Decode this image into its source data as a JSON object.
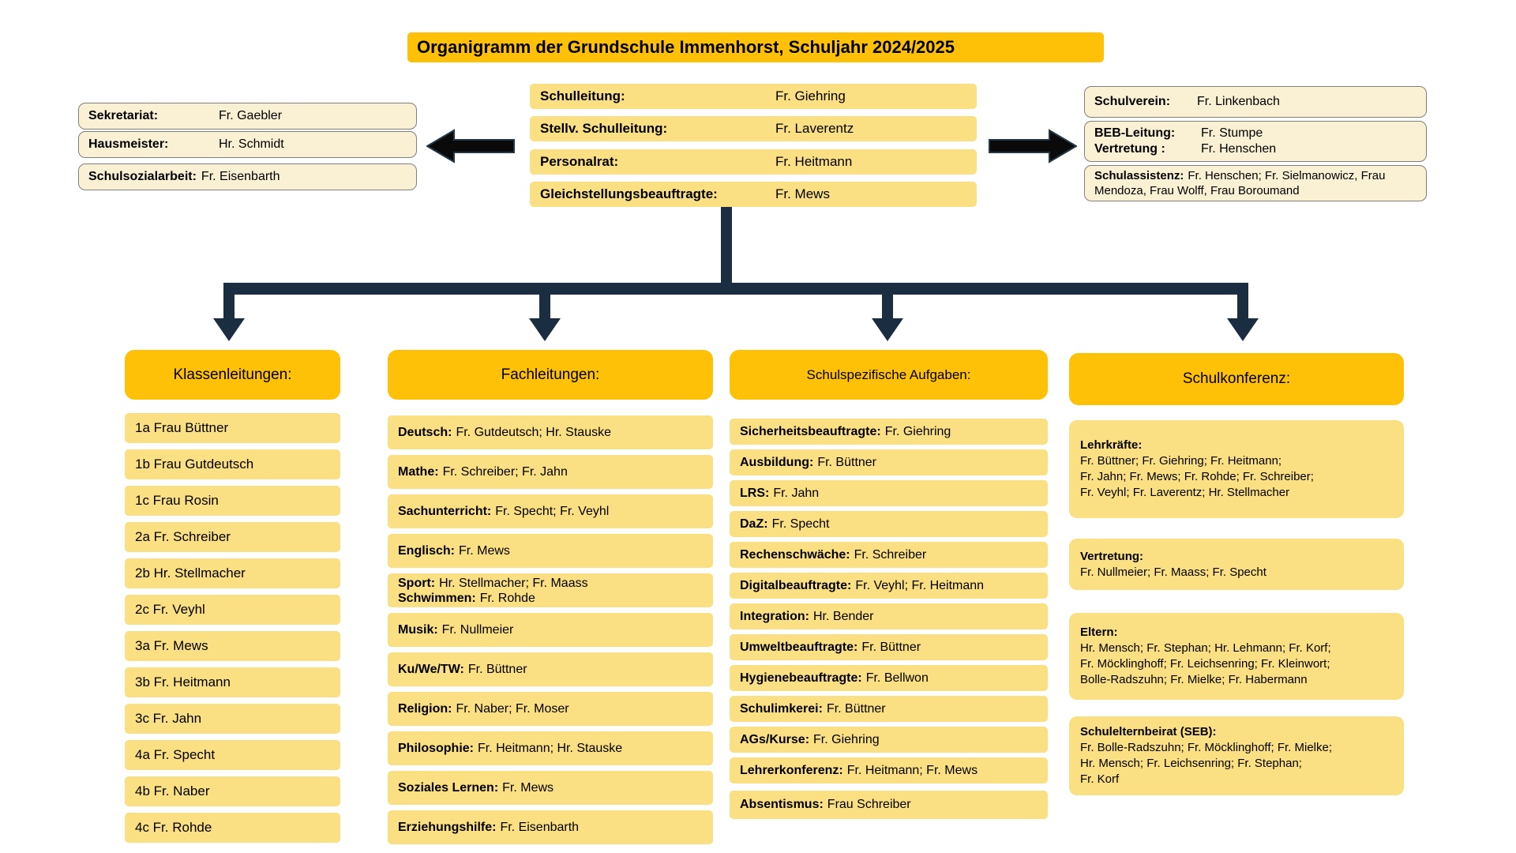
{
  "title": "Organigramm der Grundschule Immenhorst, Schuljahr 2024/2025",
  "colors": {
    "accent": "#FFC107",
    "row_yellow": "#FBDF83",
    "cream": "#FAF0D3",
    "connector": "#1B2E41",
    "arrow": "#0A0A0A"
  },
  "leadership": {
    "rows": [
      {
        "label": "Schulleitung:",
        "value": "Fr. Giehring"
      },
      {
        "label": "Stellv. Schulleitung:",
        "value": "Fr. Laverentz"
      },
      {
        "label": "Personalrat:",
        "value": "Fr. Heitmann"
      },
      {
        "label": "Gleichstellungsbeauftragte:",
        "value": "Fr. Mews"
      }
    ]
  },
  "left_box": {
    "rows": [
      {
        "label": "Sekretariat:",
        "value": "Fr. Gaebler"
      },
      {
        "label": "Hausmeister:",
        "value": "Hr. Schmidt"
      },
      {
        "label": "Schulsozialarbeit:",
        "value": "Fr. Eisenbarth"
      }
    ]
  },
  "right_box": {
    "groups": [
      {
        "rows": [
          {
            "label": "Schulverein:",
            "value": "Fr. Linkenbach"
          }
        ]
      },
      {
        "rows": [
          {
            "label": "BEB-Leitung:",
            "value": "Fr. Stumpe"
          },
          {
            "label": "Vertretung :",
            "value": "Fr. Henschen"
          }
        ]
      },
      {
        "rows": [
          {
            "label": "Schulassistenz:",
            "value": "Fr. Henschen; Fr. Sielmanowicz, Frau Mendoza, Frau Wolff, Frau Boroumand"
          }
        ]
      }
    ]
  },
  "columns": {
    "klassenleitungen": {
      "header": "Klassenleitungen:",
      "items": [
        "1a Frau Büttner",
        "1b Frau Gutdeutsch",
        "1c Frau Rosin",
        "2a Fr. Schreiber",
        "2b Hr. Stellmacher",
        "2c Fr. Veyhl",
        "3a Fr. Mews",
        "3b Fr. Heitmann",
        "3c Fr. Jahn",
        "4a Fr. Specht",
        "4b Fr. Naber",
        "4c Fr. Rohde"
      ]
    },
    "fachleitungen": {
      "header": "Fachleitungen:",
      "items": [
        {
          "lines": [
            {
              "label": "Deutsch:",
              "value": "Fr. Gutdeutsch; Hr. Stauske"
            }
          ]
        },
        {
          "lines": [
            {
              "label": "Mathe:",
              "value": "Fr. Schreiber; Fr. Jahn"
            }
          ]
        },
        {
          "lines": [
            {
              "label": "Sachunterricht:",
              "value": "Fr. Specht; Fr. Veyhl"
            }
          ]
        },
        {
          "lines": [
            {
              "label": "Englisch:",
              "value": "Fr. Mews"
            }
          ]
        },
        {
          "lines": [
            {
              "label": "Sport:",
              "value": "Hr. Stellmacher; Fr. Maass"
            },
            {
              "label": "Schwimmen:",
              "value": "Fr. Rohde"
            }
          ]
        },
        {
          "lines": [
            {
              "label": "Musik:",
              "value": "Fr. Nullmeier"
            }
          ]
        },
        {
          "lines": [
            {
              "label": "Ku/We/TW:",
              "value": "Fr. Büttner"
            }
          ]
        },
        {
          "lines": [
            {
              "label": "Religion:",
              "value": "Fr. Naber; Fr. Moser"
            }
          ]
        },
        {
          "lines": [
            {
              "label": "Philosophie:",
              "value": "Fr. Heitmann; Hr. Stauske"
            }
          ]
        },
        {
          "lines": [
            {
              "label": "Soziales Lernen:",
              "value": "Fr. Mews"
            }
          ]
        },
        {
          "lines": [
            {
              "label": "Erziehungshilfe:",
              "value": "Fr. Eisenbarth"
            }
          ]
        }
      ]
    },
    "aufgaben": {
      "header": "Schulspezifische Aufgaben:",
      "items": [
        {
          "label": "Sicherheitsbeauftragte:",
          "value": "Fr. Giehring"
        },
        {
          "label": "Ausbildung:",
          "value": "Fr. Büttner"
        },
        {
          "label": "LRS:",
          "value": "Fr. Jahn"
        },
        {
          "label": "DaZ:",
          "value": "Fr. Specht"
        },
        {
          "label": "Rechenschwäche:",
          "value": "Fr. Schreiber"
        },
        {
          "label": "Digitalbeauftragte:",
          "value": "Fr. Veyhl; Fr. Heitmann"
        },
        {
          "label": "Integration:",
          "value": "Hr. Bender"
        },
        {
          "label": "Umweltbeauftragte:",
          "value": "Fr. Büttner"
        },
        {
          "label": "Hygienebeauftragte:",
          "value": "Fr. Bellwon"
        },
        {
          "label": "Schulimkerei:",
          "value": "Fr. Büttner"
        },
        {
          "label": "AGs/Kurse:",
          "value": "Fr. Giehring"
        },
        {
          "label": "Lehrerkonferenz:",
          "value": "Fr. Heitmann; Fr. Mews"
        },
        {
          "label": "Absentismus:",
          "value": "Frau Schreiber"
        }
      ]
    },
    "schulkonferenz": {
      "header": "Schulkonferenz:",
      "blocks": [
        {
          "label": "Lehrkräfte:",
          "lines": [
            "Fr. Büttner; Fr. Giehring; Fr. Heitmann;",
            "Fr. Jahn; Fr. Mews; Fr. Rohde; Fr. Schreiber;",
            "Fr. Veyhl; Fr. Laverentz; Hr. Stellmacher"
          ]
        },
        {
          "label": "Vertretung:",
          "lines": [
            "Fr. Nullmeier; Fr. Maass; Fr. Specht"
          ]
        },
        {
          "label": "Eltern:",
          "lines": [
            "Hr. Mensch; Fr. Stephan; Hr. Lehmann; Fr. Korf;",
            "Fr. Möcklinghoff; Fr. Leichsenring; Fr. Kleinwort;",
            "Bolle-Radszuhn; Fr. Mielke; Fr. Habermann"
          ]
        },
        {
          "label": "Schulelternbeirat (SEB):",
          "lines": [
            "Fr. Bolle-Radszuhn; Fr. Möcklinghoff; Fr. Mielke;",
            "Hr. Mensch; Fr. Leichsenring; Fr. Stephan;",
            "Fr. Korf"
          ]
        }
      ]
    }
  }
}
